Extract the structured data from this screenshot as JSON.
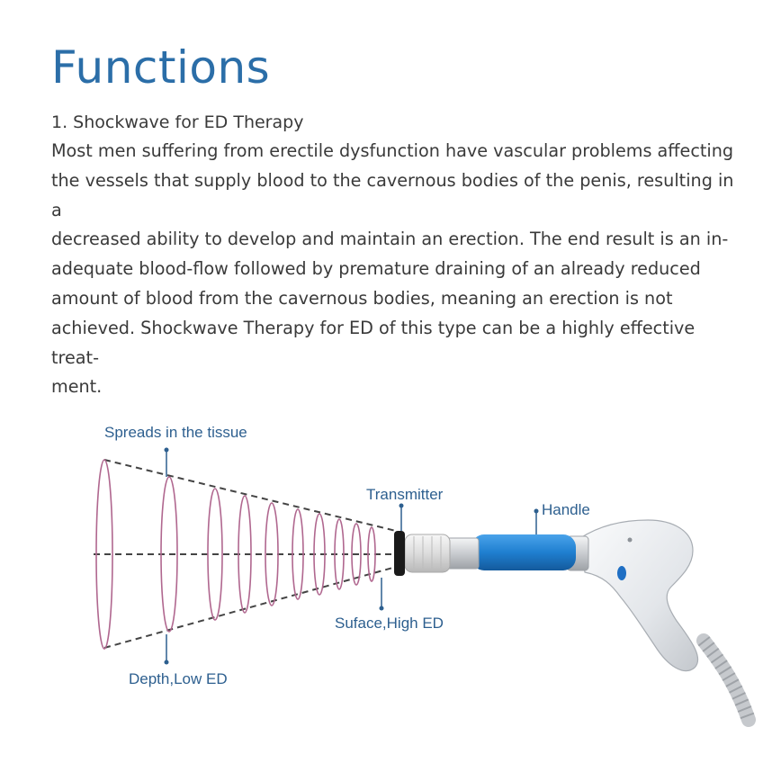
{
  "heading": "Functions",
  "section": {
    "subheading": "1. Shockwave for ED Therapy",
    "paragraph_lines": [
      "Most men suffering from erectile dysfunction have vascular problems affecting",
      "the vessels that supply blood to the cavernous bodies of the penis, resulting in a",
      "decreased ability to develop and maintain an erection. The end result is an in-",
      "adequate blood-flow followed by premature draining of an already reduced",
      "amount of blood from the cavernous bodies, meaning an erection is not",
      "achieved. Shockwave Therapy for ED of this type can be a highly effective treat-",
      "ment."
    ]
  },
  "diagram": {
    "labels": {
      "spreads": "Spreads in the tissue",
      "transmitter": "Transmitter",
      "handle": "Handle",
      "surface": "Suface,High ED",
      "depth": "Depth,Low ED"
    },
    "colors": {
      "label": "#2d5f8f",
      "wave_rings": "#b0678f",
      "handle_grip": "#1f7fd0",
      "device_body": "#e8eaed",
      "dashed_lines": "#444444"
    }
  }
}
